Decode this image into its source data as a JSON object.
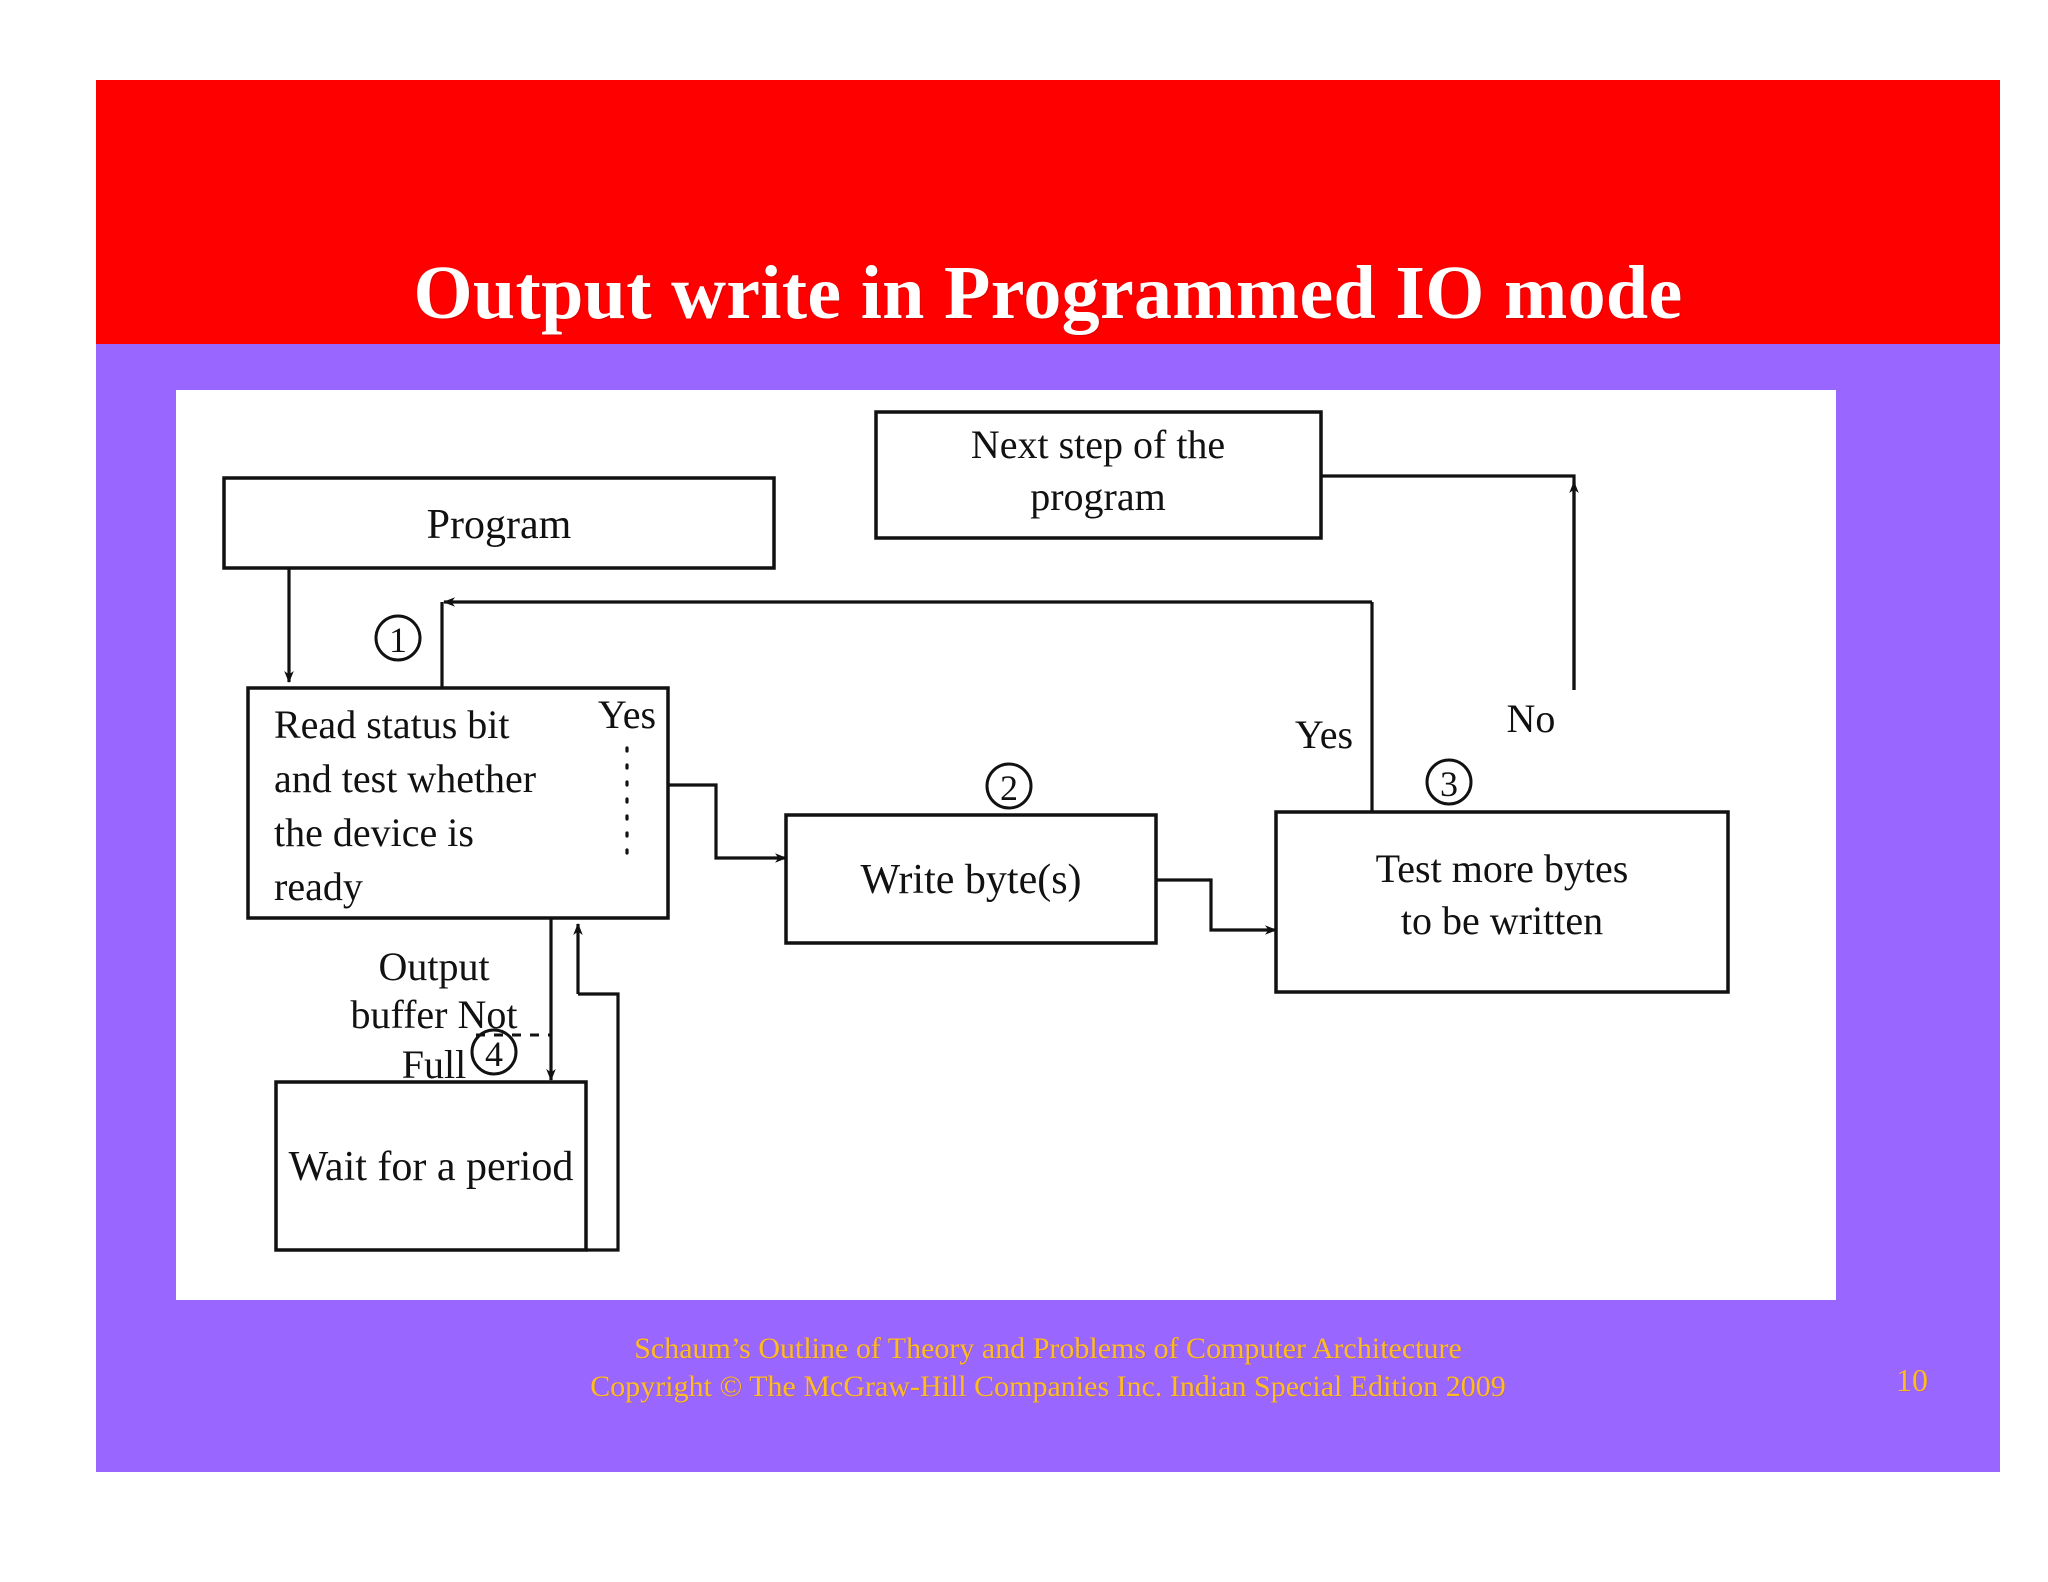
{
  "slide": {
    "title": "Output write in Programmed IO mode",
    "page_number": "10",
    "colors": {
      "title_bar": "#ff0000",
      "title_text": "#ffffff",
      "slide_background": "#9966ff",
      "figure_background": "#ffffff",
      "footer_text": "#ffbb22",
      "diagram_stroke": "#111111"
    }
  },
  "footer": {
    "line1": "Schaum’s Outline of Theory and Problems of Computer Architecture",
    "line2": "Copyright © The McGraw-Hill Companies Inc. Indian Special Edition 2009"
  },
  "diagram": {
    "type": "flowchart",
    "nodes": [
      {
        "id": "program",
        "label": "Program"
      },
      {
        "id": "next_step",
        "label_line1": "Next step of the",
        "label_line2": "program"
      },
      {
        "id": "read_status",
        "label_line1": "Read status bit",
        "label_line2": "and test whether",
        "label_line3": "the device is",
        "label_line4": "ready"
      },
      {
        "id": "write_bytes",
        "label": "Write byte(s)"
      },
      {
        "id": "test_more",
        "label_line1": "Test more bytes",
        "label_line2": "to be written"
      },
      {
        "id": "wait_period",
        "label": "Wait for a period"
      }
    ],
    "step_markers": [
      {
        "id": "marker-1",
        "label": "①"
      },
      {
        "id": "marker-2",
        "label": "②"
      },
      {
        "id": "marker-3",
        "label": "③"
      },
      {
        "id": "marker-4",
        "label": "④"
      }
    ],
    "edge_labels": [
      {
        "id": "yes-left",
        "label": "Yes"
      },
      {
        "id": "yes-right",
        "label": "Yes"
      },
      {
        "id": "no-right",
        "label": "No"
      },
      {
        "id": "output-buffer-not-full",
        "line1": "Output",
        "line2": "buffer Not",
        "line3": "Full"
      }
    ]
  }
}
